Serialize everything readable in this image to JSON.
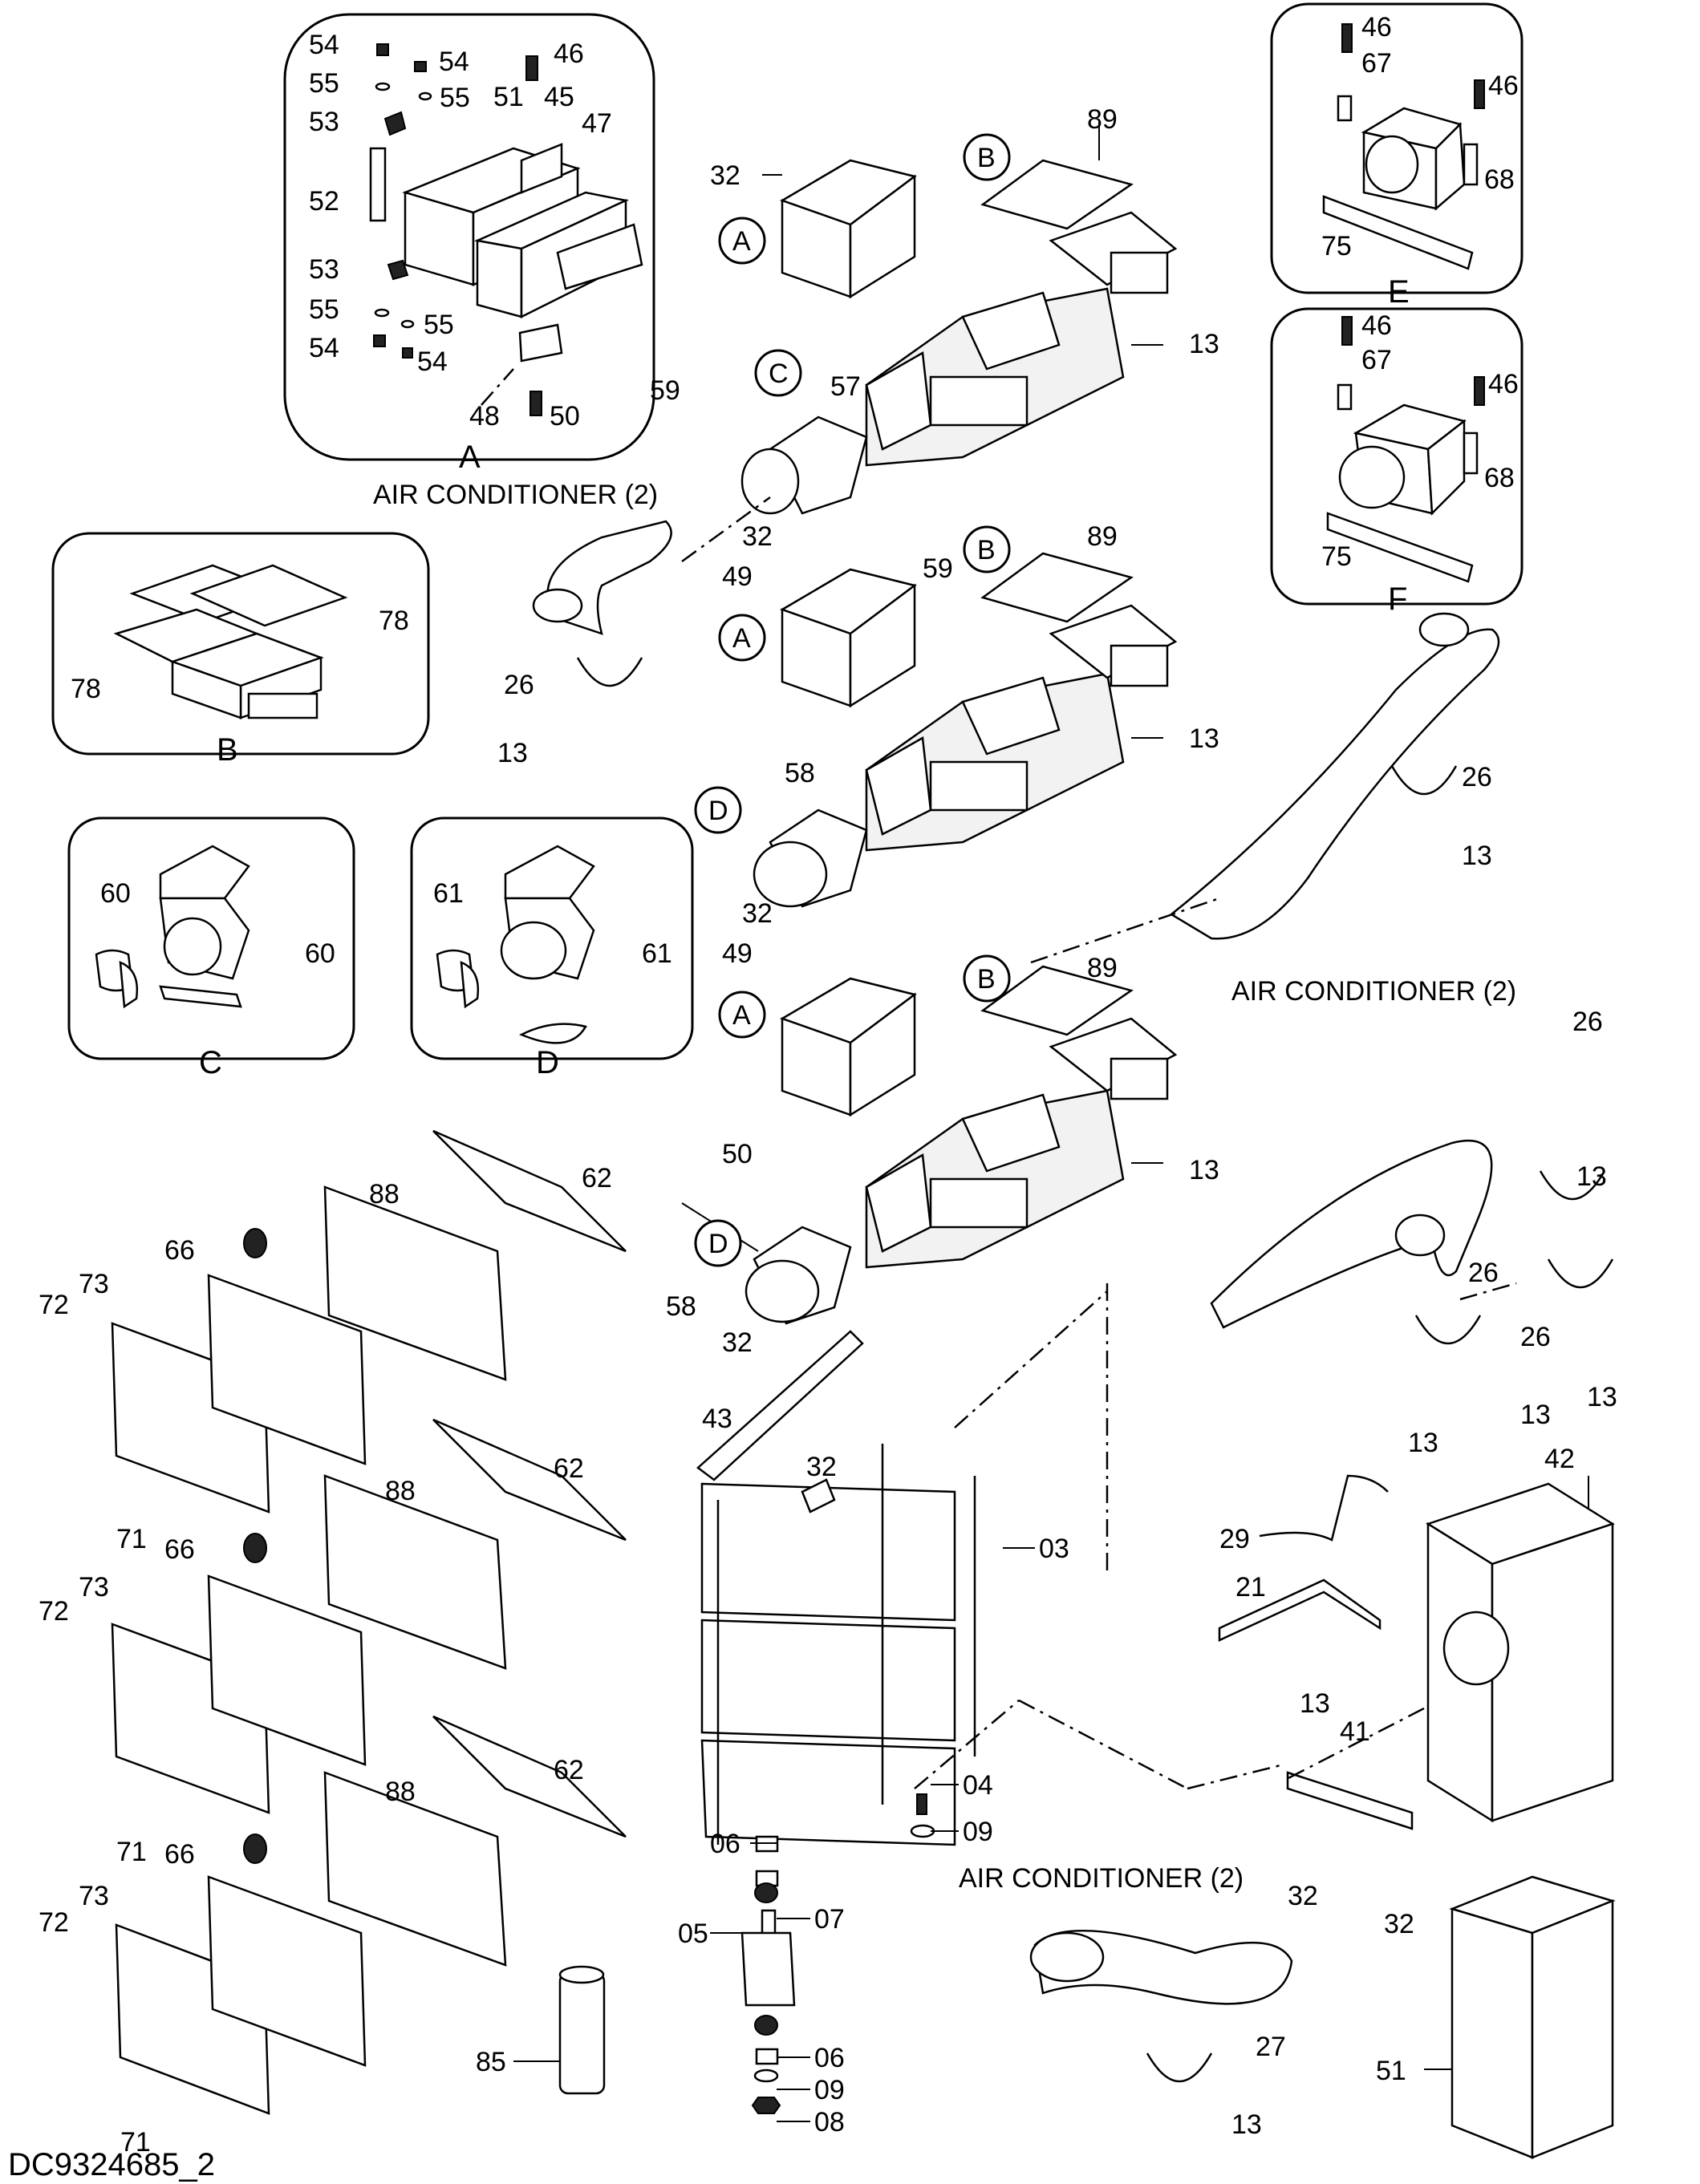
{
  "drawing_number": "DC9324685_2",
  "callout_numbers": {
    "n03": "03",
    "n04": "04",
    "n05": "05",
    "n06": "06",
    "n07": "07",
    "n08": "08",
    "n09": "09",
    "n13": "13",
    "n21": "21",
    "n26": "26",
    "n27": "27",
    "n29": "29",
    "n32": "32",
    "n41": "41",
    "n42": "42",
    "n43": "43",
    "n45": "45",
    "n46": "46",
    "n47": "47",
    "n48": "48",
    "n49": "49",
    "n50": "50",
    "n51": "51",
    "n52": "52",
    "n53": "53",
    "n54": "54",
    "n55": "55",
    "n57": "57",
    "n58": "58",
    "n59": "59",
    "n60": "60",
    "n61": "61",
    "n62": "62",
    "n66": "66",
    "n67": "67",
    "n68": "68",
    "n71": "71",
    "n72": "72",
    "n73": "73",
    "n75": "75",
    "n78": "78",
    "n85": "85",
    "n88": "88",
    "n89": "89"
  },
  "view_letters": {
    "a": "A",
    "b": "B",
    "c": "C",
    "d": "D",
    "e": "E",
    "f": "F"
  },
  "unit_label": "AIR  CONDITIONER  (2)"
}
